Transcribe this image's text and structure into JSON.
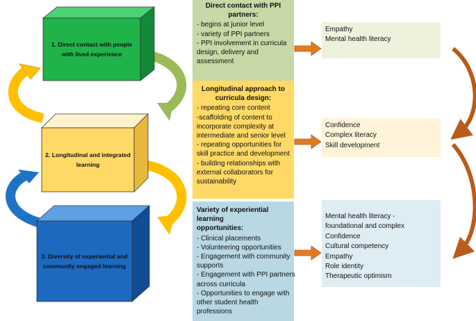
{
  "cubes": [
    {
      "lines": [
        "1. Direct contact with people",
        "with lived experience"
      ]
    },
    {
      "lines": [
        "2. Longitudinal and integrated",
        "learning"
      ]
    },
    {
      "lines": [
        "3. Diversity of experiential and",
        "community engaged learning"
      ]
    }
  ],
  "panels": [
    {
      "title": [
        "Direct contact with PPI",
        "partners:"
      ],
      "items": [
        "- begins at junior level",
        "- variety of PPI partners",
        "- PPI involvement in curricula",
        "design, delivery and",
        "assessment"
      ]
    },
    {
      "title": [
        "Longitudinal approach to",
        "curricula design:"
      ],
      "items": [
        "- repeating core content",
        "-scaffolding of content to",
        "incorporate complexity at",
        "intermediate and senior level",
        "- repeating opportunities for",
        "skill practice and development",
        "- building relationships with",
        "external collaborators for",
        "sustainability"
      ]
    },
    {
      "title": [
        "Variety of experiential learning",
        "opportunities:"
      ],
      "items": [
        "- Clinical placements",
        "- Volunteering opportunities",
        "- Engagement with community",
        "supports",
        "- Engagement with PPI partners",
        "across curricula",
        "- Opportunities to engage with",
        "other student health",
        "professions"
      ]
    }
  ],
  "outcomes": [
    {
      "items": [
        "Empathy",
        "Mental health literacy"
      ]
    },
    {
      "items": [
        "Confidence",
        "Complex literacy",
        "Skill development"
      ]
    },
    {
      "items": [
        "Mental health literacy -",
        "foundational and complex",
        "Confidence",
        "Cultural competency",
        "Empathy",
        "Role identity",
        "Therapeutic optimism"
      ]
    }
  ],
  "colors": {
    "cube1": "#1fb34a",
    "cube2": "#ffd966",
    "cube3": "#1d69c0",
    "panel1": "#c6d9a6",
    "panel2": "#ffd966",
    "panel3": "#b9d8e4",
    "out1": "#edf2dc",
    "out2": "#fff3d9",
    "out3": "#deedf3",
    "arrow_orange": "#e07b22",
    "arrow_yellow": "#ffc000",
    "arrow_green": "#9bbb59",
    "arrow_blue": "#1f73c5",
    "curve_brown": "#b85c1c"
  }
}
